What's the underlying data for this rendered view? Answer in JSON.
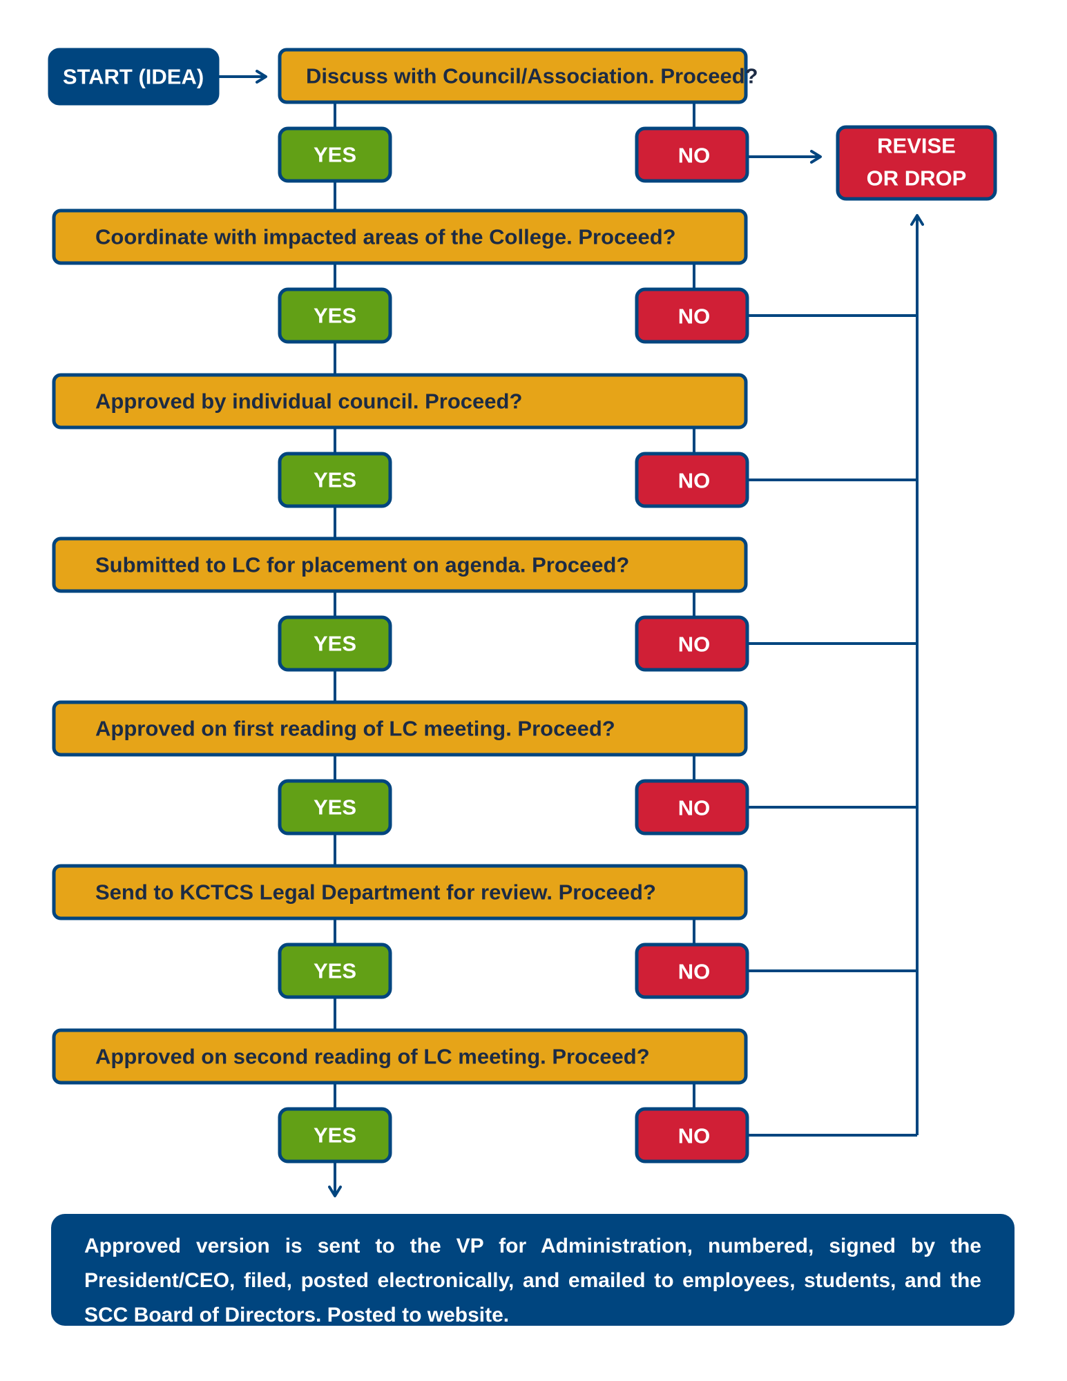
{
  "start": "START (IDEA)",
  "revise_or_drop": [
    "REVISE",
    "OR DROP"
  ],
  "yes_label": "YES",
  "no_label": "NO",
  "steps": [
    "Discuss with Council/Association. Proceed?",
    "Coordinate with impacted areas of the College. Proceed?",
    "Approved by individual council. Proceed?",
    "Submitted to LC for placement on agenda. Proceed?",
    "Approved on first reading of LC meeting. Proceed?",
    "Send to KCTCS Legal Department for review. Proceed?",
    "Approved on second reading of LC meeting. Proceed?"
  ],
  "final": "Approved version is sent to the VP for Administration, numbered, signed by the President/CEO, filed, posted electronically, and emailed to employees, students, and the SCC Board of Directors. Posted to website.",
  "colors": {
    "navy": "#00457f",
    "step_fill": "#e6a418",
    "yes_fill": "#62a016",
    "no_fill": "#d01f36",
    "text_dark": "#1c2b44",
    "text_light": "#ffffff"
  }
}
